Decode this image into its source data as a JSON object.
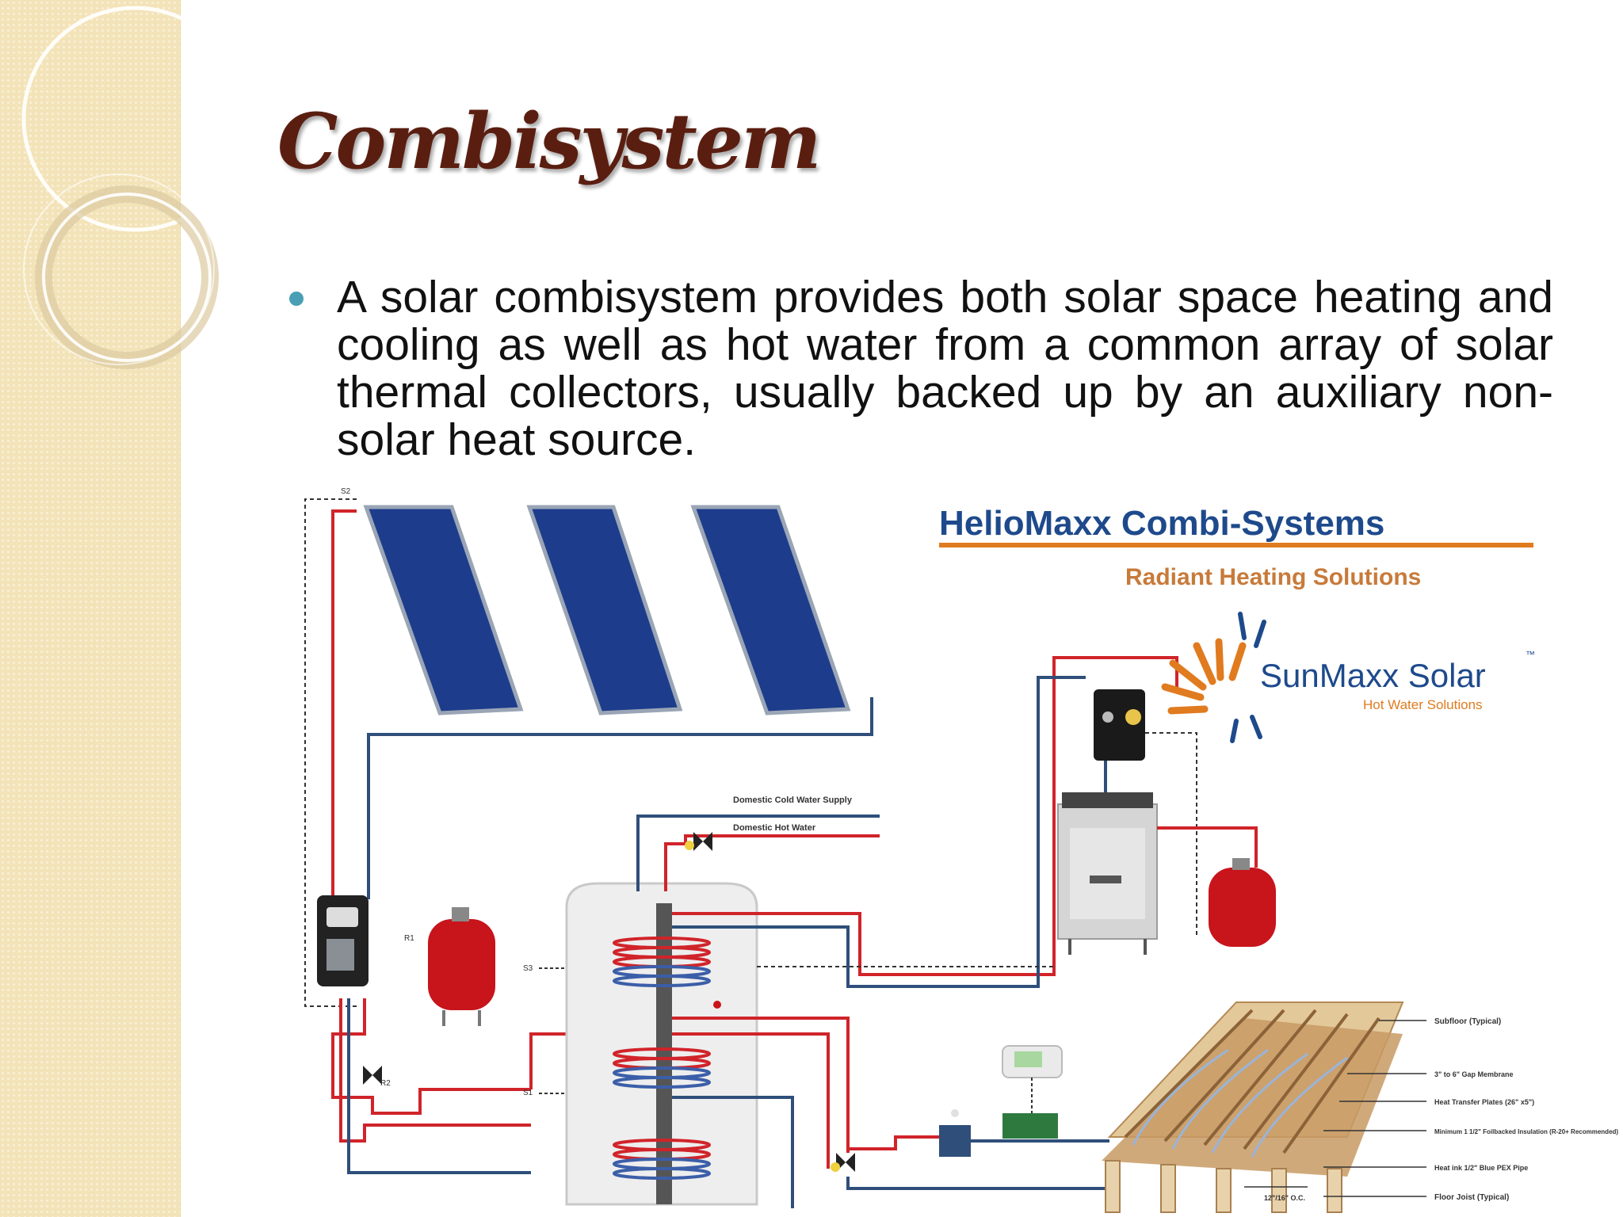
{
  "slide": {
    "title": "Combisystem",
    "bullet": "A solar combisystem provides both solar space heating and cooling as well as hot water from a common array of solar thermal collectors, usually backed up by an auxiliary non-solar heat source."
  },
  "diagram": {
    "brand_title": "HelioMaxx Combi-Systems",
    "brand_subtitle": "Radiant Heating Solutions",
    "logo_word": "SunMaxx Solar",
    "logo_tm": "™",
    "logo_tagline": "Hot Water Solutions",
    "labels": {
      "s2": "S2",
      "s3": "S3",
      "s1": "S1",
      "r1": "R1",
      "r2": "R2",
      "cold_supply": "Domestic Cold Water Supply",
      "hot_water": "Domestic Hot Water",
      "subfloor": "Subfloor (Typical)",
      "concrete": "3\" to 6\" Gap Membrane",
      "plates": "Heat Transfer Plates (26\" x5\")",
      "insulation": "Minimum 1 1/2\" Foilbacked Insulation (R-20+ Recommended)",
      "pex": "Heat ink 1/2\" Blue PEX Pipe",
      "joist": "Floor Joist (Typical)",
      "spacing": "12\"/16\" O.C."
    },
    "colors": {
      "hot_pipe": "#d0242a",
      "cold_pipe": "#2f4f7a",
      "panel": "#1d3c8c",
      "tank_red": "#c8141b",
      "brand_blue": "#1e4a8c",
      "brand_orange": "#e07b1f"
    }
  }
}
